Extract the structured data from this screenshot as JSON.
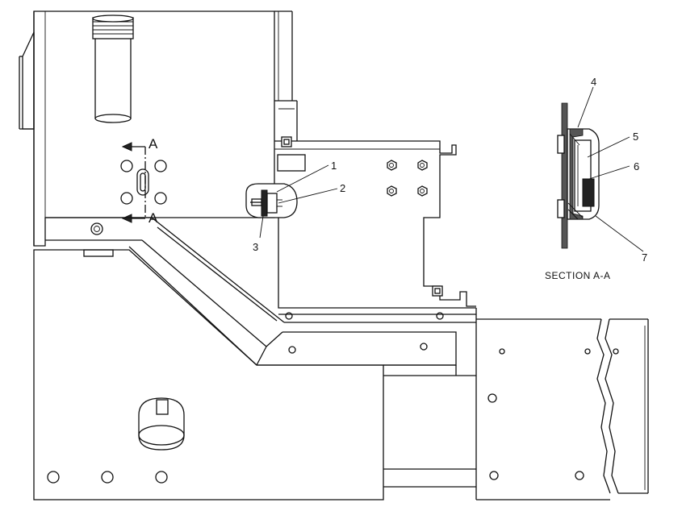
{
  "callouts": {
    "c1": "1",
    "c2": "2",
    "c3": "3",
    "c4": "4",
    "c5": "5",
    "c6": "6",
    "c7": "7"
  },
  "section_marks": {
    "top": "A",
    "bottom": "A"
  },
  "section_caption": "SECTION A-A",
  "colors": {
    "line": "#111111",
    "background": "#ffffff"
  }
}
